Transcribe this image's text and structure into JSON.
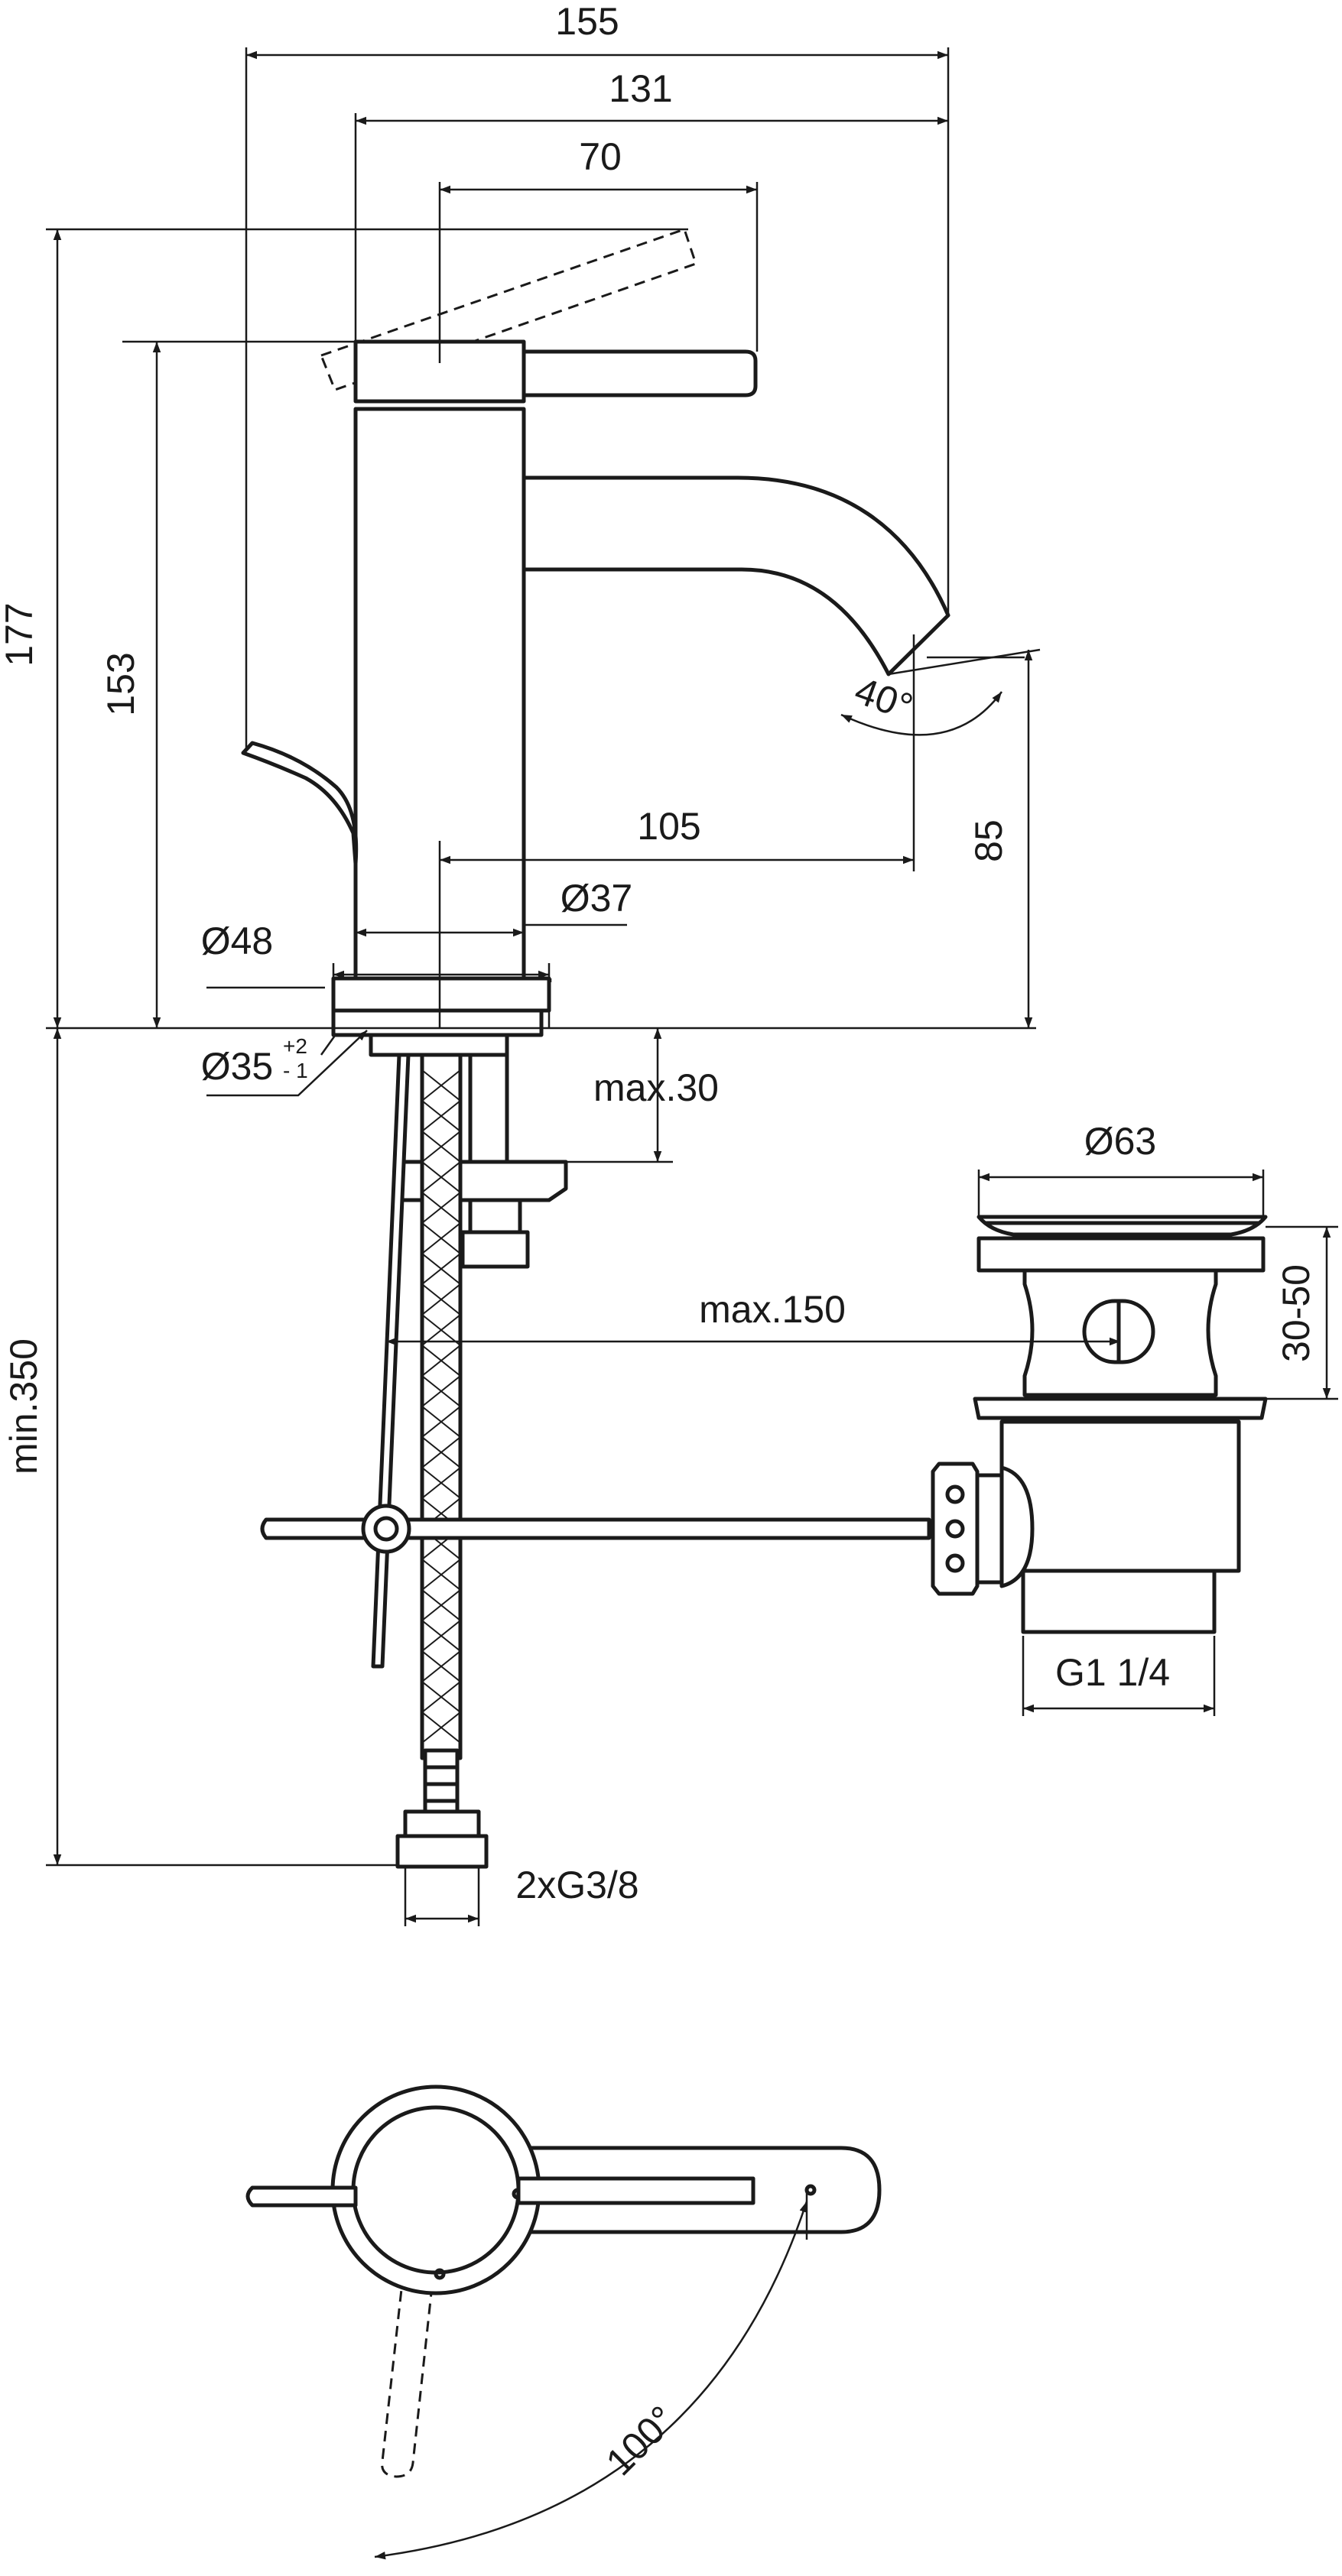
{
  "dimensions": {
    "overall_width": "155",
    "lever_to_spout": "131",
    "lever_length": "70",
    "overall_height": "177",
    "body_height": "153",
    "spout_angle": "40°",
    "spout_projection": "105",
    "spout_height": "85",
    "body_diameter": "Ø37",
    "base_diameter": "Ø48",
    "hole_diameter": "Ø35",
    "hole_tolerance_plus": "+2",
    "hole_tolerance_minus": "- 1",
    "deck_thickness": "max.30",
    "drain_top_diameter": "Ø63",
    "drain_height_range": "30-50",
    "rod_length": "max.150",
    "hose_length": "min.350",
    "hose_connection": "2xG3/8",
    "waste_thread": "G1 1/4",
    "swivel_angle": "100°"
  },
  "colors": {
    "line": "#1a1a1a",
    "background": "#ffffff"
  }
}
